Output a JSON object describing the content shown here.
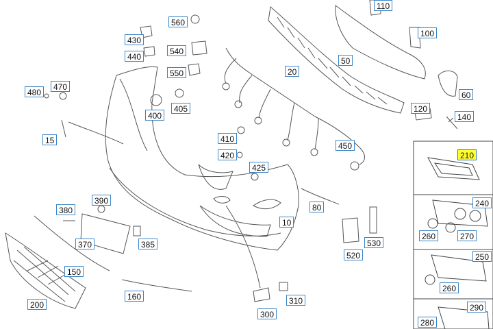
{
  "diagram": {
    "callouts": [
      {
        "id": "560",
        "label": "560"
      },
      {
        "id": "110",
        "label": "110"
      },
      {
        "id": "430",
        "label": "430"
      },
      {
        "id": "100",
        "label": "100"
      },
      {
        "id": "440",
        "label": "440"
      },
      {
        "id": "540",
        "label": "540"
      },
      {
        "id": "50",
        "label": "50"
      },
      {
        "id": "20",
        "label": "20"
      },
      {
        "id": "550",
        "label": "550"
      },
      {
        "id": "470",
        "label": "470"
      },
      {
        "id": "480",
        "label": "480"
      },
      {
        "id": "60",
        "label": "60"
      },
      {
        "id": "405",
        "label": "405"
      },
      {
        "id": "120",
        "label": "120"
      },
      {
        "id": "400",
        "label": "400"
      },
      {
        "id": "140",
        "label": "140"
      },
      {
        "id": "15",
        "label": "15"
      },
      {
        "id": "410",
        "label": "410"
      },
      {
        "id": "450",
        "label": "450"
      },
      {
        "id": "420",
        "label": "420"
      },
      {
        "id": "210",
        "label": "210",
        "highlighted": true
      },
      {
        "id": "425",
        "label": "425"
      },
      {
        "id": "240",
        "label": "240"
      },
      {
        "id": "390",
        "label": "390"
      },
      {
        "id": "80",
        "label": "80"
      },
      {
        "id": "380",
        "label": "380"
      },
      {
        "id": "10",
        "label": "10"
      },
      {
        "id": "260a",
        "label": "260"
      },
      {
        "id": "270",
        "label": "270"
      },
      {
        "id": "530",
        "label": "530"
      },
      {
        "id": "370",
        "label": "370"
      },
      {
        "id": "385",
        "label": "385"
      },
      {
        "id": "520",
        "label": "520"
      },
      {
        "id": "250",
        "label": "250"
      },
      {
        "id": "150",
        "label": "150"
      },
      {
        "id": "260b",
        "label": "260"
      },
      {
        "id": "160",
        "label": "160"
      },
      {
        "id": "310",
        "label": "310"
      },
      {
        "id": "200",
        "label": "200"
      },
      {
        "id": "290",
        "label": "290"
      },
      {
        "id": "300",
        "label": "300"
      },
      {
        "id": "280",
        "label": "280"
      }
    ]
  }
}
